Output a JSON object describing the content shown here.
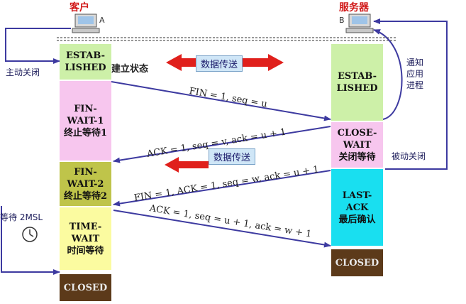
{
  "client": {
    "title": "客户",
    "host": "A"
  },
  "server": {
    "title": "服务器",
    "host": "B"
  },
  "client_states": [
    {
      "line1": "ESTAB-",
      "line2": "LISHED",
      "color": "#cdf0a8"
    },
    {
      "line1": "FIN-WAIT-1",
      "line2": "终止等待1",
      "color": "#f7c6ee"
    },
    {
      "line1": "FIN-WAIT-2",
      "line2": "终止等待2",
      "color": "#bfc44a"
    },
    {
      "line1": "TIME-WAIT",
      "line2": "时间等待",
      "color": "#fbfba0"
    },
    {
      "line1": "CLOSED",
      "line2": "",
      "color": "#5c3a1a"
    }
  ],
  "server_states": [
    {
      "line1": "ESTAB-",
      "line2": "LISHED",
      "color": "#cdf0a8"
    },
    {
      "line1": "CLOSE-WAIT",
      "line2": "关闭等待",
      "color": "#f7c6ee"
    },
    {
      "line1": "LAST-ACK",
      "line2": "最后确认",
      "color": "#19dff0"
    },
    {
      "line1": "CLOSED",
      "line2": "",
      "color": "#5c3a1a"
    }
  ],
  "established_suffix": "建立状态",
  "data_transfer": "数据传送",
  "messages": [
    {
      "text": "FIN = 1, seq = u"
    },
    {
      "text": "ACK = 1, seq = v, ack = u + 1"
    },
    {
      "text": "FIN = 1, ACK = 1, seq = w, ack = u + 1"
    },
    {
      "text": "ACK = 1, seq = u + 1, ack = w + 1"
    }
  ],
  "labels": {
    "active_close": "主动关闭",
    "passive_close": "被动关闭",
    "notify_app": [
      "通知",
      "应用",
      "进程"
    ],
    "wait_2msl": "等待 2MSL"
  },
  "colors": {
    "arrow": "#3d3aa0",
    "red": "#e0201c",
    "blue_pill": "#cfe6f7"
  }
}
